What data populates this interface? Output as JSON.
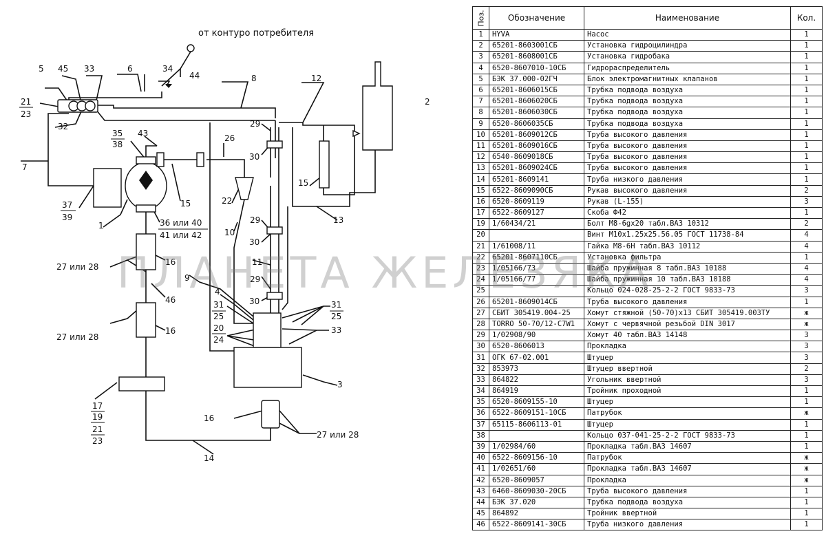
{
  "diagram": {
    "top_label": "от контуро потребителя",
    "labels": {
      "n5": "5",
      "n45": "45",
      "n33a": "33",
      "n6": "6",
      "n34": "34",
      "n44": "44",
      "n8": "8",
      "n12": "12",
      "n21a": "21",
      "n23a": "23",
      "n32": "32",
      "n35": "35",
      "n38": "38",
      "n43": "43",
      "n2": "2",
      "n29a": "29",
      "n26": "26",
      "n7": "7",
      "n30a": "30",
      "n22": "22",
      "n15a": "15",
      "n15b": "15",
      "n37": "37",
      "n39": "39",
      "n1": "1",
      "n13": "13",
      "n36": "36 или 40",
      "n41": "41 или 42",
      "n10": "10",
      "n29b": "29",
      "n30b": "30",
      "n11": "11",
      "n2728a": "27 или 28",
      "n16a": "16",
      "n9": "9",
      "n4": "4",
      "n29c": "29",
      "n30c": "30",
      "n46": "46",
      "n31a": "31",
      "n25a": "25",
      "n31b": "31",
      "n25b": "25",
      "n20": "20",
      "n24": "24",
      "n33b": "33",
      "n2728b": "27 или 28",
      "n16b": "16",
      "n3": "3",
      "n17": "17",
      "n19": "19",
      "n21b": "21",
      "n23b": "23",
      "n16c": "16",
      "n2728c": "27 или 28",
      "n14": "14"
    }
  },
  "watermark": "ПЛАНЕТА ЖЕЛЕЗЯКА",
  "table": {
    "headers": {
      "pos": "Поз.",
      "designation": "Обозначение",
      "name": "Наименование",
      "qty": "Кол."
    },
    "rows": [
      {
        "pos": "1",
        "des": "HYVA",
        "name": "Насос",
        "qty": "1"
      },
      {
        "pos": "2",
        "des": "65201-8603001СБ",
        "name": "Установка гидроцилиндра",
        "qty": "1"
      },
      {
        "pos": "3",
        "des": "65201-8608001СБ",
        "name": "Установка гидробака",
        "qty": "1"
      },
      {
        "pos": "4",
        "des": "6520-8607010-10СБ",
        "name": "Гидрораспределитель",
        "qty": "1"
      },
      {
        "pos": "5",
        "des": "БЭК 37.000-02ГЧ",
        "name": "Блок электромагнитных клапанов",
        "qty": "1"
      },
      {
        "pos": "6",
        "des": "65201-8606015СБ",
        "name": "Трубка подвода воздуха",
        "qty": "1"
      },
      {
        "pos": "7",
        "des": "65201-8606020СБ",
        "name": "Трубка подвода воздуха",
        "qty": "1"
      },
      {
        "pos": "8",
        "des": "65201-8606030СБ",
        "name": "Трубка подвода воздуха",
        "qty": "1"
      },
      {
        "pos": "9",
        "des": "6520-8606035СБ",
        "name": "Трубка подвода воздуха",
        "qty": "1"
      },
      {
        "pos": "10",
        "des": "65201-8609012СБ",
        "name": "Труба высокого давления",
        "qty": "1"
      },
      {
        "pos": "11",
        "des": "65201-8609016СБ",
        "name": "Труба высокого давления",
        "qty": "1"
      },
      {
        "pos": "12",
        "des": "6540-8609018СБ",
        "name": "Труба высокого давления",
        "qty": "1"
      },
      {
        "pos": "13",
        "des": "65201-8609024СБ",
        "name": "Труба высокого давления",
        "qty": "1"
      },
      {
        "pos": "14",
        "des": "65201-8609141",
        "name": "Труба низкого давления",
        "qty": "1"
      },
      {
        "pos": "15",
        "des": "6522-8609090СБ",
        "name": "Рукав высокого давления",
        "qty": "2"
      },
      {
        "pos": "16",
        "des": "6520-8609119",
        "name": "Рукав (L-155)",
        "qty": "3"
      },
      {
        "pos": "17",
        "des": "6522-8609127",
        "name": "Скоба Ф42",
        "qty": "1"
      },
      {
        "pos": "19",
        "des": "1/60434/21",
        "name": "Болт М8-6gх20 табл.ВАЗ 10312",
        "qty": "2"
      },
      {
        "pos": "20",
        "des": "",
        "name": "Винт М10х1.25х25.56.05 ГОСТ 11738-84",
        "qty": "4"
      },
      {
        "pos": "21",
        "des": "1/61008/11",
        "name": "Гайка М8-6Н табл.ВАЗ 10112",
        "qty": "4"
      },
      {
        "pos": "22",
        "des": "65201-8607110СБ",
        "name": "Установка фильтра",
        "qty": "1"
      },
      {
        "pos": "23",
        "des": "1/05166/73",
        "name": "Шайба пружинная 8 табл.ВАЗ 10188",
        "qty": "4"
      },
      {
        "pos": "24",
        "des": "1/05166/77",
        "name": "Шайба пружинная 10 табл.ВАЗ 10188",
        "qty": "4"
      },
      {
        "pos": "25",
        "des": "",
        "name": "Кольцо 024-028-25-2-2 ГОСТ 9833-73",
        "qty": "3"
      },
      {
        "pos": "26",
        "des": "65201-8609014СБ",
        "name": "Труба высокого давления",
        "qty": "1"
      },
      {
        "pos": "27",
        "des": "СБИТ 305419.004-25",
        "name": "Хомут стяжной (50-70)х13 СБИТ 305419.003ТУ",
        "qty": "ж"
      },
      {
        "pos": "28",
        "des": "TORRO 50-70/12-C7W1",
        "name": "Хомут с червячной резьбой DIN 3017",
        "qty": "ж"
      },
      {
        "pos": "29",
        "des": "1/02908/90",
        "name": "Хомут 40 табл.ВАЗ 14148",
        "qty": "3"
      },
      {
        "pos": "30",
        "des": "6520-8606013",
        "name": "Прокладка",
        "qty": "3"
      },
      {
        "pos": "31",
        "des": "ОГК 67-02.001",
        "name": "Штуцер",
        "qty": "3"
      },
      {
        "pos": "32",
        "des": "853973",
        "name": "Штуцер ввертной",
        "qty": "2"
      },
      {
        "pos": "33",
        "des": "864822",
        "name": "Угольник ввертной",
        "qty": "3"
      },
      {
        "pos": "34",
        "des": "864919",
        "name": "Тройник проходной",
        "qty": "1"
      },
      {
        "pos": "35",
        "des": "6520-8609155-10",
        "name": "Штуцер",
        "qty": "1"
      },
      {
        "pos": "36",
        "des": "6522-8609151-10СБ",
        "name": "Патрубок",
        "qty": "ж"
      },
      {
        "pos": "37",
        "des": "65115-8606113-01",
        "name": "Штуцер",
        "qty": "1"
      },
      {
        "pos": "38",
        "des": "",
        "name": "Кольцо 037-041-25-2-2 ГОСТ 9833-73",
        "qty": "1"
      },
      {
        "pos": "39",
        "des": "1/02984/60",
        "name": "Прокладка табл.ВАЗ 14607",
        "qty": "1"
      },
      {
        "pos": "40",
        "des": "6522-8609156-10",
        "name": "Патрубок",
        "qty": "ж"
      },
      {
        "pos": "41",
        "des": "1/02651/60",
        "name": "Прокладка табл.ВАЗ 14607",
        "qty": "ж"
      },
      {
        "pos": "42",
        "des": "6520-8609057",
        "name": "Прокладка",
        "qty": "ж"
      },
      {
        "pos": "43",
        "des": "6460-8609030-20СБ",
        "name": "Труба высокого давления",
        "qty": "1"
      },
      {
        "pos": "44",
        "des": "БЭК 37.020",
        "name": "Трубка подвода воздуха",
        "qty": "1"
      },
      {
        "pos": "45",
        "des": "864892",
        "name": "Тройник ввертной",
        "qty": "1"
      },
      {
        "pos": "46",
        "des": "6522-8609141-30СБ",
        "name": "Труба низкого давления",
        "qty": "1"
      }
    ]
  }
}
